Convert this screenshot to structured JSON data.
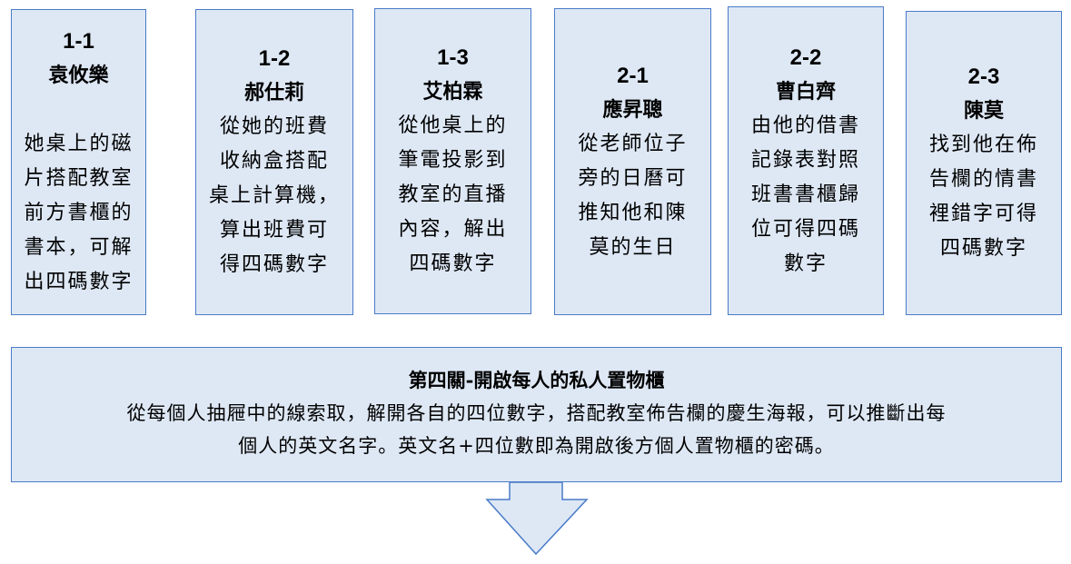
{
  "cards": [
    {
      "code": "1-1",
      "name": "袁攸樂",
      "lines": [
        "她桌上的磁",
        "片搭配教室",
        "前方書櫃的",
        "書本，可解",
        "出四碼數字"
      ]
    },
    {
      "code": "1-2",
      "name": "郝仕莉",
      "lines": [
        "從她的班費",
        "收納盒搭配",
        "桌上計算機，",
        "算出班費可",
        "得四碼數字"
      ]
    },
    {
      "code": "1-3",
      "name": "艾柏霖",
      "lines": [
        "從他桌上的",
        "筆電投影到",
        "教室的直播",
        "內容，解出",
        "四碼數字"
      ]
    },
    {
      "code": "2-1",
      "name": "應昇聰",
      "lines": [
        "從老師位子",
        "旁的日曆可",
        "推知他和陳",
        "莫的生日"
      ]
    },
    {
      "code": "2-2",
      "name": "曹白齊",
      "lines": [
        "由他的借書",
        "記錄表對照",
        "班書書櫃歸",
        "位可得四碼",
        "數字"
      ]
    },
    {
      "code": "2-3",
      "name": "陳莫",
      "lines": [
        "找到他在佈",
        "告欄的情書",
        "裡錯字可得",
        "四碼數字"
      ]
    }
  ],
  "stage": {
    "title": "第四關-開啟每人的私人置物櫃",
    "lines": [
      "從每個人抽屜中的線索取，解開各自的四位數字，搭配教室佈告欄的慶生海報，可以推斷出每",
      "個人的英文名字。英文名+四位數即為開啟後方個人置物櫃的密碼。"
    ]
  },
  "colors": {
    "fill": "#dee8f5",
    "border": "#4a7bc8"
  }
}
